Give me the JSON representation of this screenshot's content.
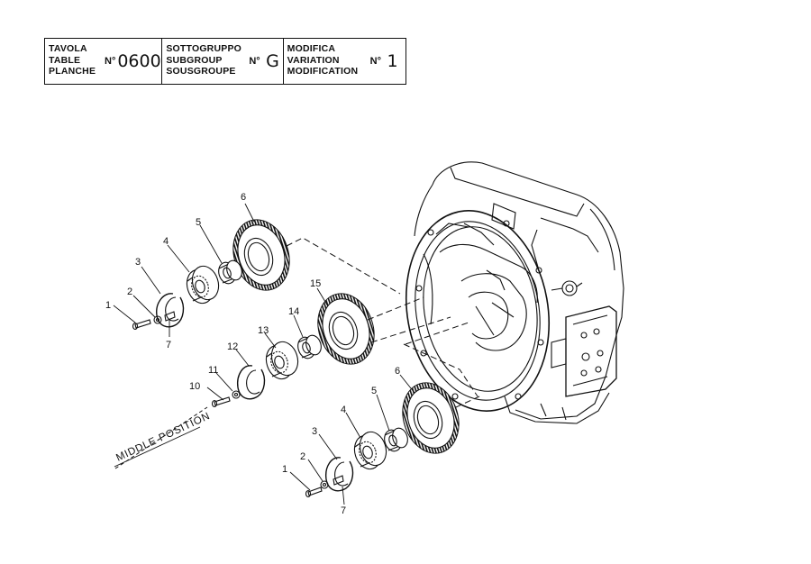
{
  "title_block": {
    "table": {
      "labels": [
        "TAVOLA",
        "TABLE",
        "PLANCHE"
      ],
      "prefix": "N°",
      "value": "0600"
    },
    "subgroup": {
      "labels": [
        "SOTTOGRUPPO",
        "SUBGROUP",
        "SOUSGROUPE"
      ],
      "prefix": "N°",
      "value": "G"
    },
    "modification": {
      "labels": [
        "MODIFICA",
        "VARIATION",
        "MODIFICATION"
      ],
      "prefix": "N°",
      "value": "1"
    }
  },
  "callouts": {
    "top_1": "1",
    "top_2": "2",
    "top_3": "3",
    "top_4": "4",
    "top_5": "5",
    "top_6": "6",
    "top_7": "7",
    "mid_10": "10",
    "mid_11": "11",
    "mid_12": "12",
    "mid_13": "13",
    "mid_14": "14",
    "mid_15": "15",
    "bot_1": "1",
    "bot_2": "2",
    "bot_3": "3",
    "bot_4": "4",
    "bot_5": "5",
    "bot_6": "6",
    "bot_7": "7"
  },
  "middle_position_label": "MIDDLE POSITION"
}
